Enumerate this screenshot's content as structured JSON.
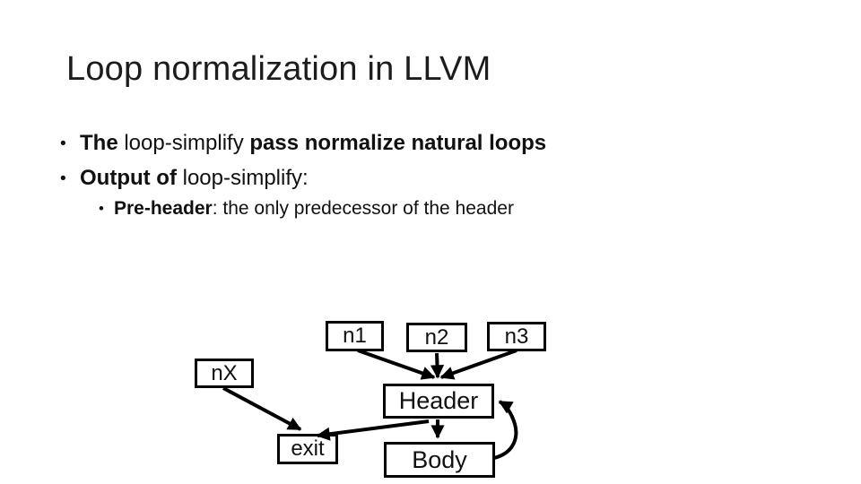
{
  "slide": {
    "title": "Loop normalization in LLVM",
    "bullets": [
      {
        "bullet": "•",
        "runs": [
          {
            "text": "The "
          },
          {
            "text": "loop-simplify"
          },
          {
            "text": " pass normalize natural loops"
          }
        ]
      },
      {
        "bullet": "•",
        "runs": [
          {
            "text": "Output of "
          },
          {
            "text": "loop-simplify:"
          }
        ]
      },
      {
        "bullet": "•",
        "runs": [
          {
            "text": "Pre-header"
          },
          {
            "text": ": the only predecessor of the header"
          }
        ]
      }
    ]
  },
  "diagram": {
    "nodes": [
      {
        "id": "n1",
        "label": "n1"
      },
      {
        "id": "n2",
        "label": "n2"
      },
      {
        "id": "n3",
        "label": "n3"
      },
      {
        "id": "nX",
        "label": "nX"
      },
      {
        "id": "header",
        "label": "Header"
      },
      {
        "id": "exit",
        "label": "exit"
      },
      {
        "id": "body",
        "label": "Body"
      }
    ],
    "edges": [
      {
        "from": "n1",
        "to": "Header"
      },
      {
        "from": "n2",
        "to": "Header"
      },
      {
        "from": "n3",
        "to": "Header"
      },
      {
        "from": "nX",
        "to": "exit"
      },
      {
        "from": "Header",
        "to": "exit"
      },
      {
        "from": "Header",
        "to": "Body"
      },
      {
        "from": "Body",
        "to": "Header"
      }
    ]
  },
  "colors": {
    "background": "#ffffff",
    "ink": "#000000"
  }
}
